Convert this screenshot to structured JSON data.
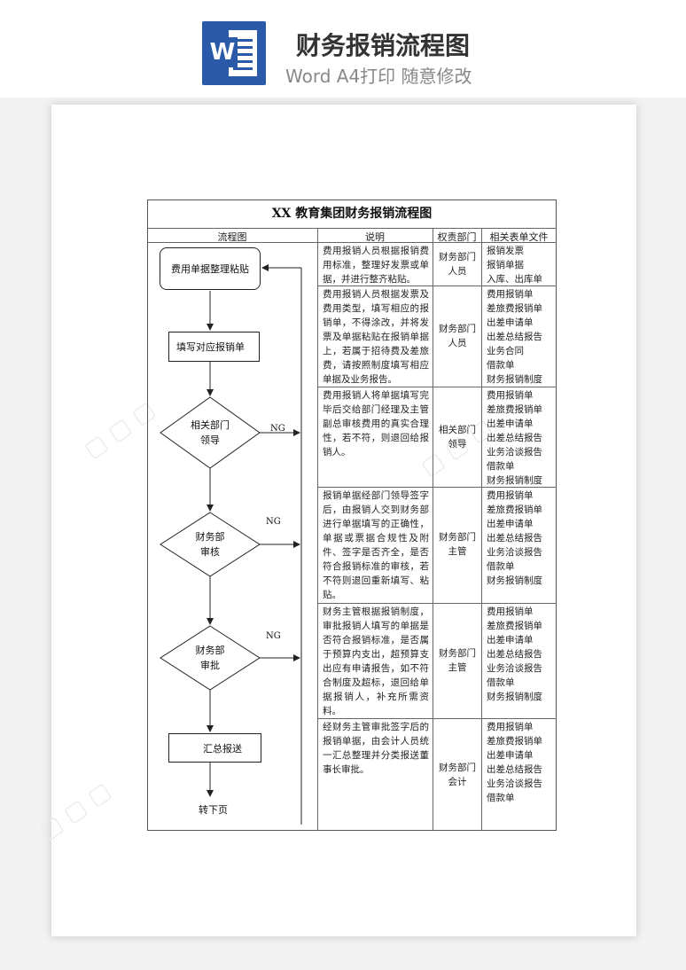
{
  "banner": {
    "icon_letter": "W",
    "title": "财务报销流程图",
    "subtitle": "Word A4打印 随意修改"
  },
  "document": {
    "title": "XX 教育集团财务报销流程图",
    "headers": [
      "流程图",
      "说明",
      "权责部门",
      "相关表单文件"
    ],
    "rows": [
      {
        "description": "费用报销人员根据报销费用标准，整理好发票或单据，并进行整齐粘贴。",
        "department": [
          "财务部门",
          "人员"
        ],
        "forms": [
          "报销发票",
          "报销单据",
          "入库、出库单"
        ]
      },
      {
        "description": "费用报销人员根据发票及费用类型，填写相应的报销单，不得涂改，并将发票及单据粘贴在报销单据上，若属于招待费及差旅费，请按照制度填写相应单据及业务报告。",
        "department": [
          "财务部门",
          "人员"
        ],
        "forms": [
          "费用报销单",
          "差旅费报销单",
          "出差申请单",
          "出差总结报告",
          "业务合同",
          "借款单",
          "财务报销制度"
        ]
      },
      {
        "description": "费用报销人将单据填写完毕后交给部门经理及主管副总审核费用的真实合理性，若不符，则退回给报销人。",
        "department": [
          "相关部门",
          "领导"
        ],
        "forms": [
          "费用报销单",
          "差旅费报销单",
          "出差申请单",
          "出差总结报告",
          "业务洽谈报告",
          "借款单",
          "财务报销制度"
        ]
      },
      {
        "description": "报销单据经部门领导签字后，由报销人交到财务部进行单据填写的正确性，单据或票据合规性及附件、签字是否齐全，是否符合报销标准的审核，若不符则退回重新填写、粘贴。",
        "department": [
          "财务部门",
          "主管"
        ],
        "forms": [
          "费用报销单",
          "差旅费报销单",
          "出差申请单",
          "出差总结报告",
          "业务洽谈报告",
          "借款单",
          "财务报销制度"
        ]
      },
      {
        "description": "财务主管根据报销制度，审批报销人填写的单据是否符合报销标准，是否属于预算内支出，超预算支出应有申请报告，如不符合制度及超标，退回给单据报销人，补充所需资料。",
        "department": [
          "财务部门",
          "主管"
        ],
        "forms": [
          "费用报销单",
          "差旅费报销单",
          "出差申请单",
          "出差总结报告",
          "业务洽谈报告",
          "借款单",
          "财务报销制度"
        ]
      },
      {
        "description": "经财务主管审批签字后的报销单据，由会计人员统一汇总整理并分类报送董事长审批。",
        "department": [
          "财务部门",
          "会计"
        ],
        "forms": [
          "费用报销单",
          "差旅费报销单",
          "出差申请单",
          "出差总结报告",
          "业务洽谈报告",
          "借款单"
        ]
      }
    ],
    "flow": {
      "start": "费用单据整理粘贴",
      "step_fill": "填写对应报销单",
      "diamond_1": [
        "相关部门",
        "领导"
      ],
      "diamond_2": [
        "财务部",
        "审核"
      ],
      "diamond_3": [
        "财务部",
        "审批"
      ],
      "step_summary": "汇总报送",
      "ng_label": "NG",
      "end_label": "转下页"
    }
  }
}
